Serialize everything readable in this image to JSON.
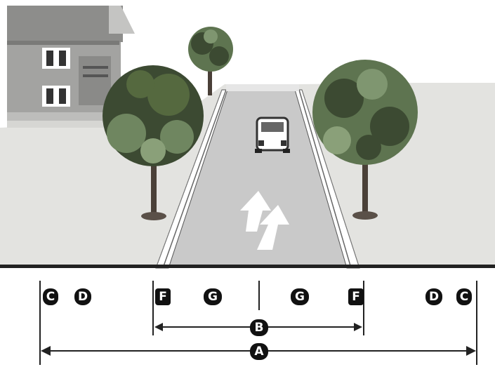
{
  "diagram": {
    "kind": "street cross-section with dimension labels",
    "colors": {
      "sky": "#ffffff",
      "ground": "#e3e3e0",
      "road": "#c8c8c8",
      "curb": "#ffffff",
      "house": "#a4a4a2",
      "tree_foliage_dark": "#3c4a32",
      "tree_foliage_mid": "#5e7450",
      "tree_trunk": "#4a4038",
      "baseline": "#222222",
      "label_badge": "#111111",
      "label_text": "#ffffff"
    },
    "icons": {
      "road_marking": "two-way-arrows-icon",
      "car": "car-icon",
      "house": "house-icon",
      "tree": "tree-icon"
    },
    "labels": {
      "left_outer": "C",
      "left_inner": "D",
      "left_curb": "F",
      "left_lane": "G",
      "right_lane": "G",
      "right_curb": "F",
      "right_inner": "D",
      "right_outer": "C",
      "roadway_width": "B",
      "total_width": "A"
    }
  }
}
